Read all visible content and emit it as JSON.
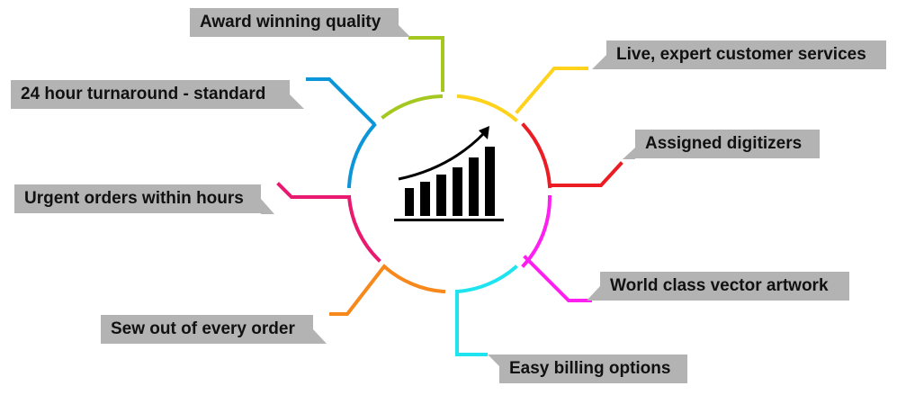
{
  "labels": [
    "Award winning quality",
    "Live, expert customer services",
    "24 hour turnaround - standard",
    "Assigned digitizers",
    "Urgent orders within hours",
    "World class vector artwork",
    "Sew out of every order",
    "Easy billing options"
  ],
  "colors": {
    "award": "#a4c81f",
    "live": "#ffd21c",
    "turnaround": "#0a96d8",
    "digitizers": "#ec1c24",
    "urgent": "#e8196f",
    "vector": "#ff1ff0",
    "sewout": "#f7891c",
    "billing": "#1ee4ef",
    "label_bg": "#b3b3b3"
  },
  "center_icon": "bar-chart-growth-icon"
}
